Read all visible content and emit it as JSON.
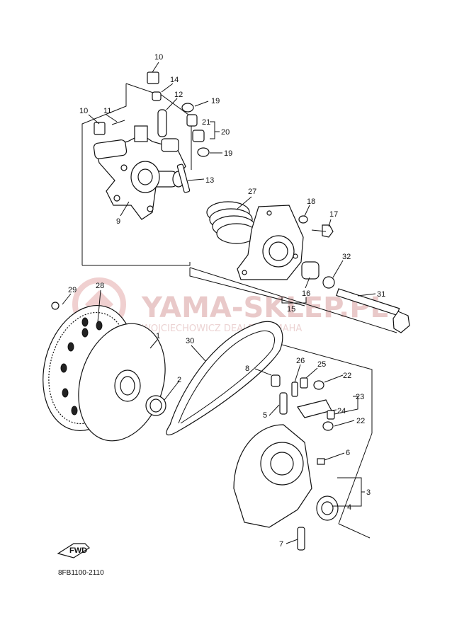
{
  "watermark": {
    "main": "YAMA-SKLEP.PL",
    "sub": "WOJCIECHOWICZ DEALER YAMAHA"
  },
  "fwd_label": "FWD",
  "diagram_code": "8FB1100-2110",
  "callouts": [
    "10",
    "14",
    "12",
    "19",
    "21",
    "20",
    "10",
    "11",
    "19",
    "13",
    "9",
    "27",
    "18",
    "17",
    "32",
    "16",
    "15",
    "31",
    "29",
    "28",
    "1",
    "30",
    "8",
    "26",
    "25",
    "22",
    "23",
    "24",
    "22",
    "2",
    "5",
    "6",
    "3",
    "4",
    "7"
  ]
}
